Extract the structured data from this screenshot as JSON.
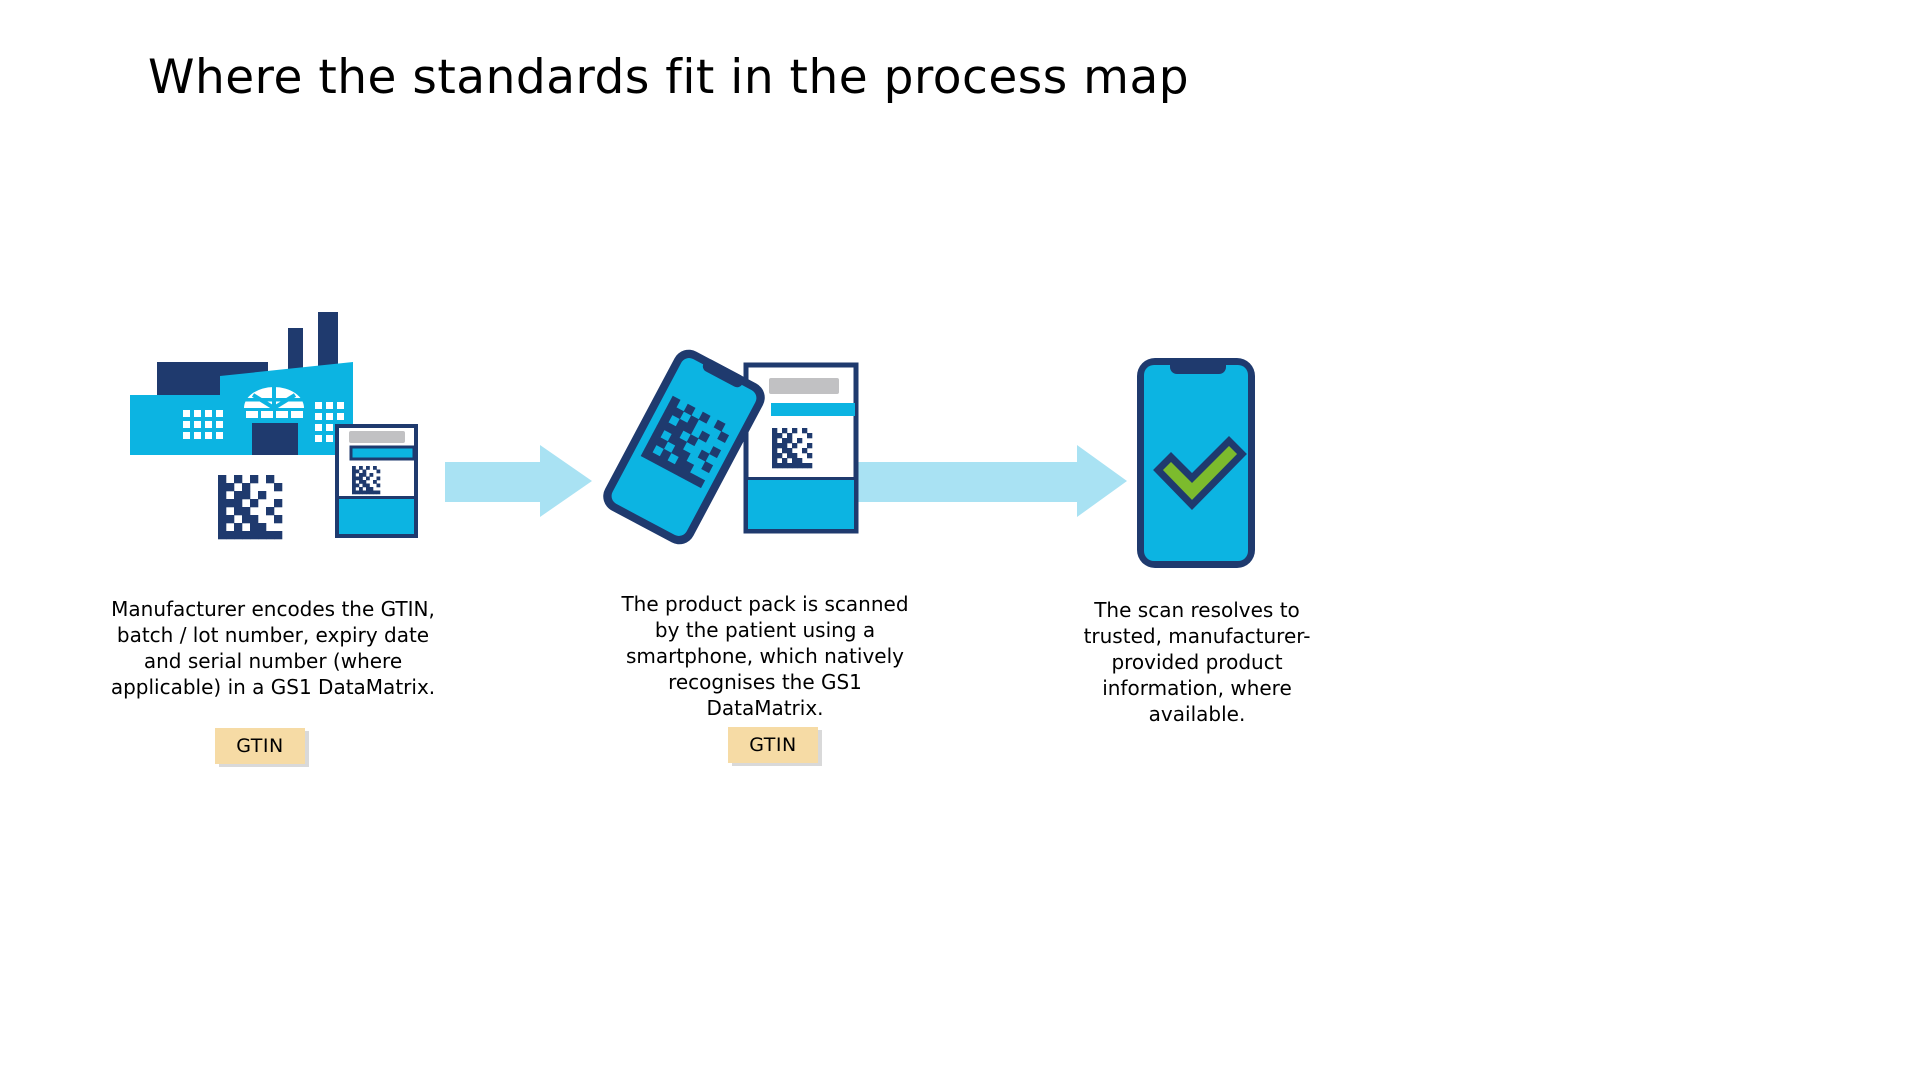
{
  "slide": {
    "title": "Where the standards fit in the process map"
  },
  "colors": {
    "navy": "#1F3A6E",
    "cyan": "#0CB4E2",
    "arrow": "#A9E2F3",
    "gray": "#C1C1C3",
    "green": "#7CBB2D",
    "badge-bg": "#F6DBA5",
    "badge-shadow": "#D9D9D9",
    "text": "#000000",
    "bg": "#FFFFFF"
  },
  "stages": [
    {
      "name": "manufacturer-encodes",
      "icons": [
        "factory-icon",
        "datamatrix-icon",
        "product-pack-icon"
      ],
      "description": "Manufacturer encodes the GTIN,\nbatch / lot number, expiry date\nand serial number (where\napplicable) in a GS1 DataMatrix.",
      "badge": "GTIN"
    },
    {
      "name": "patient-scans-pack",
      "icons": [
        "smartphone-icon",
        "datamatrix-icon",
        "product-pack-icon"
      ],
      "description": "The product pack is scanned\nby the patient using a\nsmartphone, which natively\nrecognises the GS1\nDataMatrix.",
      "badge": "GTIN"
    },
    {
      "name": "scan-resolves",
      "icons": [
        "smartphone-icon",
        "checkmark-icon"
      ],
      "description": "The scan resolves to\ntrusted, manufacturer-\nprovided product\ninformation, where\navailable.",
      "badge": null
    }
  ],
  "arrows": [
    {
      "name": "process-arrow-1",
      "direction": "right"
    },
    {
      "name": "process-arrow-2",
      "direction": "right"
    }
  ]
}
